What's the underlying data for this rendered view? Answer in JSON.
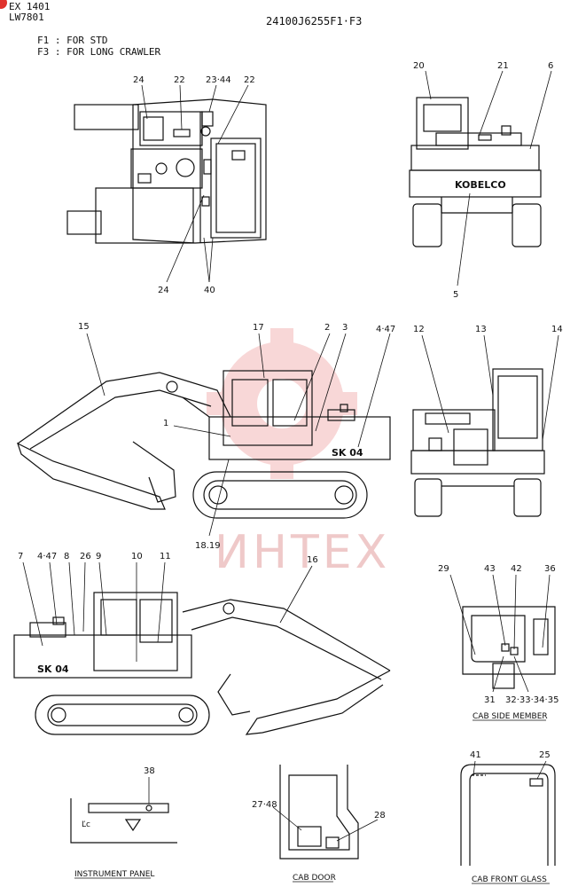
{
  "header": {
    "model_code": "EX 1401",
    "serial_code": "LW7801",
    "part_number": "24100J6255F1·F3",
    "notes": [
      "F1 : FOR  STD",
      "F3 : FOR  LONG  CRAWLER"
    ]
  },
  "watermark": {
    "text": "ИНТЕХ",
    "color": "#f3b6b6"
  },
  "brand_text": {
    "rear": "KOBELCO",
    "model": "SK 04"
  },
  "callouts": {
    "top_view": [
      "24",
      "22",
      "23·44",
      "22",
      "24",
      "40"
    ],
    "rear_view": [
      "20",
      "21",
      "6",
      "5"
    ],
    "left_side": [
      "15",
      "17",
      "2",
      "3",
      "4·47",
      "1",
      "18.19"
    ],
    "front_view": [
      "12",
      "13",
      "14"
    ],
    "right_side": [
      "7",
      "4·47",
      "8",
      "26",
      "9",
      "10",
      "11",
      "16"
    ],
    "cab_side": [
      "29",
      "43",
      "42",
      "36",
      "31",
      "32·33·34·35"
    ],
    "instrument": [
      "38"
    ],
    "cab_door": [
      "27·48",
      "28"
    ],
    "cab_glass": [
      "41",
      "25"
    ]
  },
  "captions": {
    "cab_side": "CAB SIDE MEMBER",
    "instrument": "INSTRUMENT PANEL",
    "cab_door": "CAB DOOR",
    "cab_glass": "CAB FRONT GLASS"
  },
  "colors": {
    "line": "#111111",
    "badge": "#e0322d"
  }
}
